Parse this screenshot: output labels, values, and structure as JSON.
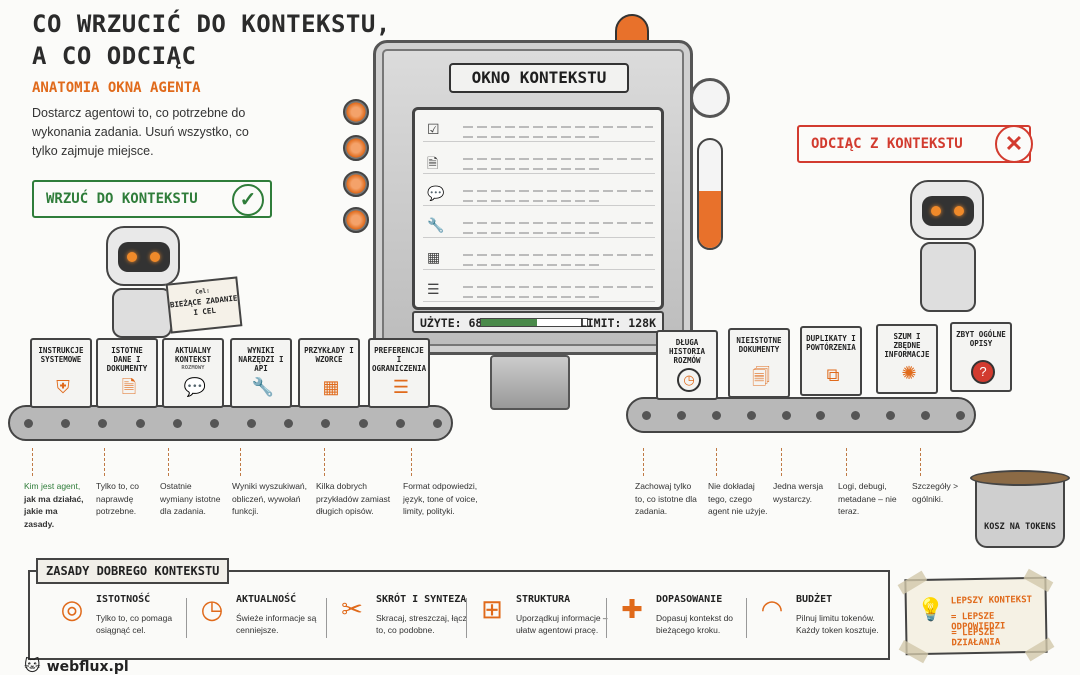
{
  "header": {
    "title_line1": "CO WRZUCIĆ DO KONTEKSTU,",
    "title_line2": "A CO ODCIĄC",
    "subtitle": "ANATOMIA OKNA AGENTA",
    "intro": "Dostarcz agentowi to, co potrzebne do wykonania zadania. Usuń wszystko, co tylko zajmuje miejsce."
  },
  "tags": {
    "include": "WRZUĆ DO KONTEKSTU",
    "exclude": "ODCIĄC Z KONTEKSTU"
  },
  "machine": {
    "title": "OKNO KONTEKSTU",
    "used_label": "UŻYTE: 68K",
    "limit_label": "LIMIT: 128K",
    "used_k": 68,
    "limit_k": 128,
    "screen_icons": [
      "checkbox-icon",
      "document-icon",
      "chat-icon",
      "wrench-icon",
      "grid-icon",
      "sliders-icon"
    ]
  },
  "robot_sign": {
    "line1": "Cel:",
    "line2": "BIEŻĄCE ZADANIE",
    "line3": "I CEL"
  },
  "include_items": [
    {
      "label": "INSTRUKCJE SYSTEMOWE",
      "icon": "shield-icon",
      "desc_bold": "Kim jest agent,",
      "desc": "jak ma działać, jakie ma zasady."
    },
    {
      "label": "ISTOTNE DANE I DOKUMENTY",
      "icon": "document-icon",
      "desc": "Tylko to, co naprawdę potrzebne."
    },
    {
      "label": "AKTUALNY KONTEKST",
      "sub": "ROZMOWY",
      "icon": "chat-icon",
      "desc": "Ostatnie wymiany istotne dla zadania."
    },
    {
      "label": "WYNIKI NARZĘDZI I API",
      "icon": "wrench-icon",
      "desc": "Wyniki wyszukiwań, obliczeń, wywołań funkcji."
    },
    {
      "label": "PRZYKŁADY I WZORCE",
      "icon": "grid-icon",
      "desc": "Kilka dobrych przykładów zamiast długich opisów."
    },
    {
      "label": "PREFERENCJE I OGRANICZENIA",
      "icon": "sliders-icon",
      "desc": "Format odpowiedzi, język, tone of voice, limity, polityki."
    }
  ],
  "exclude_items": [
    {
      "label": "DŁUGA HISTORIA ROZMÓW",
      "icon": "clock-icon",
      "desc": "Zachowaj tylko to, co istotne dla zadania."
    },
    {
      "label": "NIEISTOTNE DOKUMENTY",
      "icon": "documents-icon",
      "desc": "Nie dokładaj tego, czego agent nie użyje."
    },
    {
      "label": "DUPLIKATY I POWTÓRZENIA",
      "icon": "copy-icon",
      "desc": "Jedna wersja wystarczy."
    },
    {
      "label": "SZUM I ZBĘDNE INFORMACJE",
      "icon": "noise-icon",
      "desc": "Logi, debugi, metadane – nie teraz."
    },
    {
      "label": "ZBYT OGÓLNE OPISY",
      "icon": "question-icon",
      "desc": "Szczegóły > ogólniki."
    }
  ],
  "bin": {
    "label": "KOSZ NA TOKENS"
  },
  "rules": {
    "title": "ZASADY DOBREGO KONTEKSTU",
    "items": [
      {
        "name": "ISTOTNOŚĆ",
        "icon": "target-icon",
        "desc": "Tylko to, co pomaga osiągnąć cel."
      },
      {
        "name": "AKTUALNOŚĆ",
        "icon": "clock-icon",
        "desc": "Świeże informacje są cenniejsze."
      },
      {
        "name": "SKRÓT I SYNTEZA",
        "icon": "scissors-icon",
        "desc": "Skracaj, streszczaj, łącz to, co podobne."
      },
      {
        "name": "STRUKTURA",
        "icon": "structure-icon",
        "desc": "Uporządkuj informacje – ułatw agentowi pracę."
      },
      {
        "name": "DOPASOWANIE",
        "icon": "puzzle-icon",
        "desc": "Dopasuj kontekst do bieżącego kroku."
      },
      {
        "name": "BUDŻET",
        "icon": "gauge-icon",
        "desc": "Pilnuj limitu tokenów. Każdy token kosztuje."
      }
    ]
  },
  "note": {
    "line1": "LEPSZY KONTEKST",
    "line2": "= LEPSZE ODPOWIEDZI",
    "line3": "= LEPSZE DZIAŁANIA"
  },
  "footer": {
    "logo": "webflux.pl"
  },
  "colors": {
    "accent": "#e06a1b",
    "include": "#2f7d3a",
    "exclude": "#d23b2f"
  }
}
